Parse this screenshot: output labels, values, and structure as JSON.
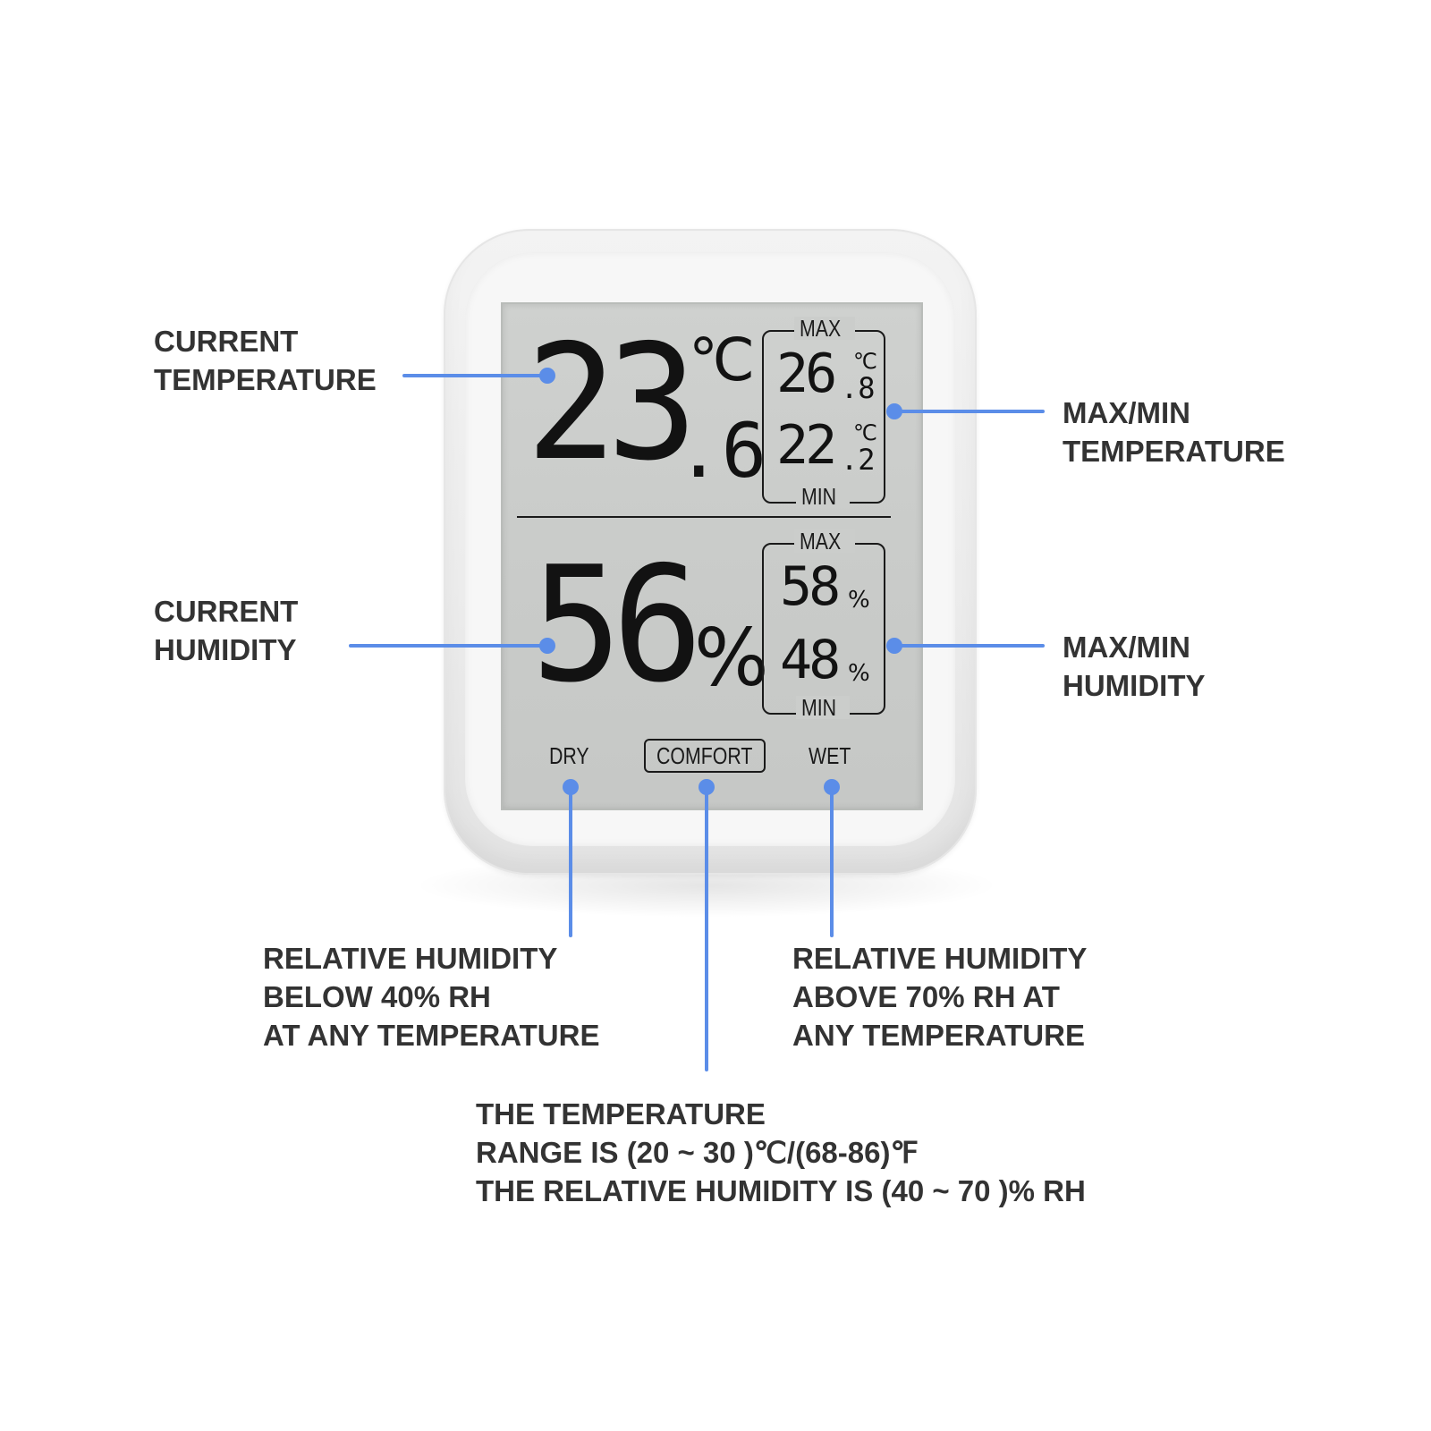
{
  "labels": {
    "current_temperature": [
      "CURRENT",
      "TEMPERATURE"
    ],
    "max_min_temperature": [
      "MAX/MIN",
      "TEMPERATURE"
    ],
    "current_humidity": [
      "CURRENT",
      "HUMIDITY"
    ],
    "max_min_humidity": [
      "MAX/MIN",
      "HUMIDITY"
    ],
    "dry_note": [
      "RELATIVE HUMIDITY",
      "BELOW 40% RH",
      "AT ANY TEMPERATURE"
    ],
    "wet_note": [
      "RELATIVE HUMIDITY",
      "ABOVE 70% RH AT",
      "ANY TEMPERATURE"
    ],
    "comfort_note": [
      "THE TEMPERATURE",
      "RANGE IS (20 ~ 30 )℃/(68-86)℉",
      "THE RELATIVE HUMIDITY IS (40 ~ 70 )% RH"
    ]
  },
  "display": {
    "temperature": {
      "whole": "23",
      "decimal": ".6",
      "unit": "℃"
    },
    "temp_max": {
      "whole": "26",
      "decimal": ".8",
      "unit": "℃",
      "tag": "MAX"
    },
    "temp_min": {
      "whole": "22",
      "decimal": ".2",
      "unit": "℃",
      "tag": "MIN"
    },
    "humidity": {
      "value": "56",
      "unit": "%"
    },
    "hum_max": {
      "value": "58",
      "unit": "%",
      "tag": "MAX"
    },
    "hum_min": {
      "value": "48",
      "unit": "%",
      "tag": "MIN"
    },
    "comfort_levels": {
      "dry": "DRY",
      "comfort": "COMFORT",
      "wet": "WET"
    }
  },
  "colors": {
    "callout_line": "#5b8de8",
    "label_text": "#333333",
    "lcd_digits": "#121212",
    "lcd_background": "#cbcdcb"
  }
}
